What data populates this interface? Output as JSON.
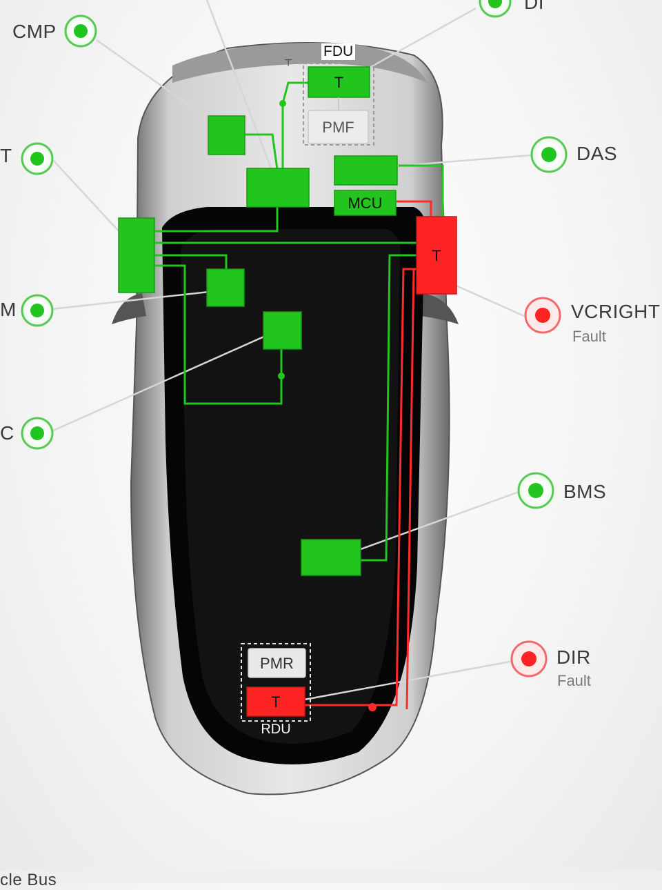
{
  "nodes": {
    "cmp": {
      "label": "CMP",
      "status": "ok"
    },
    "das": {
      "label": "DAS",
      "status": "ok"
    },
    "vcright": {
      "label": "VCRIGHT",
      "status": "fault",
      "status_text": "Fault"
    },
    "bms": {
      "label": "BMS",
      "status": "ok"
    },
    "dir": {
      "label": "DIR",
      "status": "fault",
      "status_text": "Fault"
    },
    "left_t": {
      "label": "T",
      "status": "ok"
    },
    "left_m": {
      "label": "M",
      "status": "ok"
    },
    "left_c": {
      "label": "C",
      "status": "ok"
    },
    "top_di": {
      "label": "DI",
      "status": "ok"
    }
  },
  "modules": {
    "fdu_group": "FDU",
    "fdu_t": "T",
    "pmf": "PMF",
    "mcu": "MCU",
    "vcright_t": "T",
    "pmr": "PMR",
    "rdu_t": "T",
    "rdu_group": "RDU"
  },
  "footer": {
    "partial_text": "cle Bus"
  },
  "colors": {
    "ok": "#22c41e",
    "fault": "#ff2424",
    "wire_ok": "#22c41e",
    "wire_fault": "#ff2b2b",
    "leader": "#cfcfcf"
  }
}
